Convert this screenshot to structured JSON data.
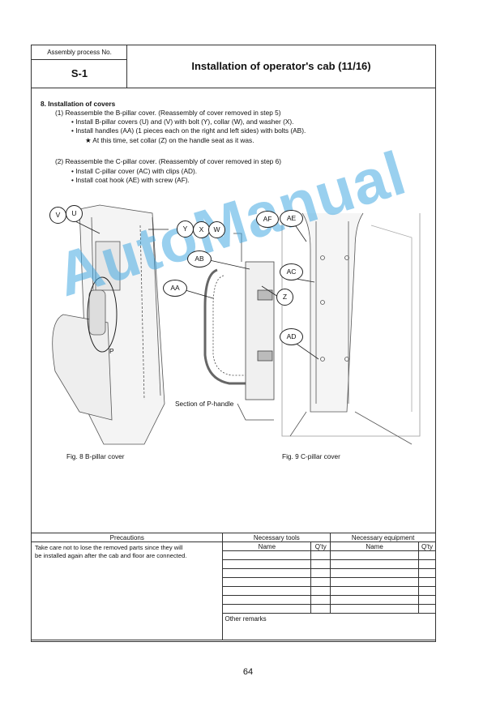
{
  "header": {
    "process_label": "Assembly process No.",
    "process_no": "S-1",
    "title": "Installation of operator's cab (11/16)"
  },
  "section": {
    "heading": "8.  Installation of covers",
    "steps": [
      {
        "line": "(1)  Reassemble the B-pillar cover. (Reassembly of cover removed in step 5)",
        "bullets": [
          "•    Install B-pillar covers (U) and (V) with bolt (Y), collar (W), and washer (X).",
          "•    Install handles (AA) (1 pieces each on the right and left sides) with bolts (AB)."
        ],
        "note": "★  At this time, set collar (Z) on the handle seat as it was."
      },
      {
        "line": "(2)  Reassemble the C-pillar cover. (Reassembly of cover removed in step 6)",
        "bullets": [
          "•    Install C-pillar cover (AC) with clips (AD).",
          "•    Install coat hook (AE) with screw (AF)."
        ]
      }
    ]
  },
  "figure": {
    "callouts": [
      "V",
      "U",
      "Y",
      "X",
      "W",
      "AB",
      "AA",
      "Z",
      "AF",
      "AE",
      "AC",
      "AD"
    ],
    "p_label": "P",
    "section_label": "Section of P-handle",
    "caption_left": "Fig. 8 B-pillar cover",
    "caption_right": "Fig. 9 C-pillar cover"
  },
  "watermark": "AutoManual",
  "table": {
    "precautions_header": "Precautions",
    "precautions_text_1": "Take care not to lose the removed parts since they will",
    "precautions_text_2": "be installed again after the cab and floor are connected.",
    "tools_header": "Necessary tools",
    "equipment_header": "Necessary equipment",
    "name_col": "Name",
    "qty_col": "Q'ty",
    "other_remarks": "Other remarks"
  },
  "page_number": "64"
}
